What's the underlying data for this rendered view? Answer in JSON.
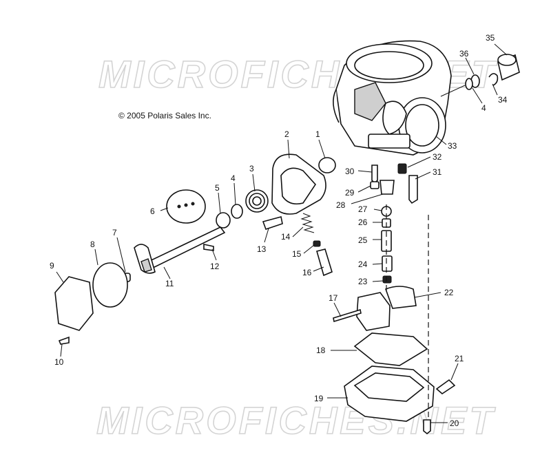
{
  "copyright": "© 2005 Polaris Sales Inc.",
  "watermark": "MICROFICHES.NET",
  "callouts": [
    "1",
    "2",
    "3",
    "4",
    "5",
    "6",
    "7",
    "8",
    "9",
    "10",
    "11",
    "12",
    "13",
    "14",
    "15",
    "16",
    "17",
    "18",
    "19",
    "20",
    "21",
    "22",
    "23",
    "24",
    "25",
    "26",
    "27",
    "28",
    "29",
    "30",
    "31",
    "32",
    "33",
    "34",
    "35",
    "36",
    "4"
  ]
}
